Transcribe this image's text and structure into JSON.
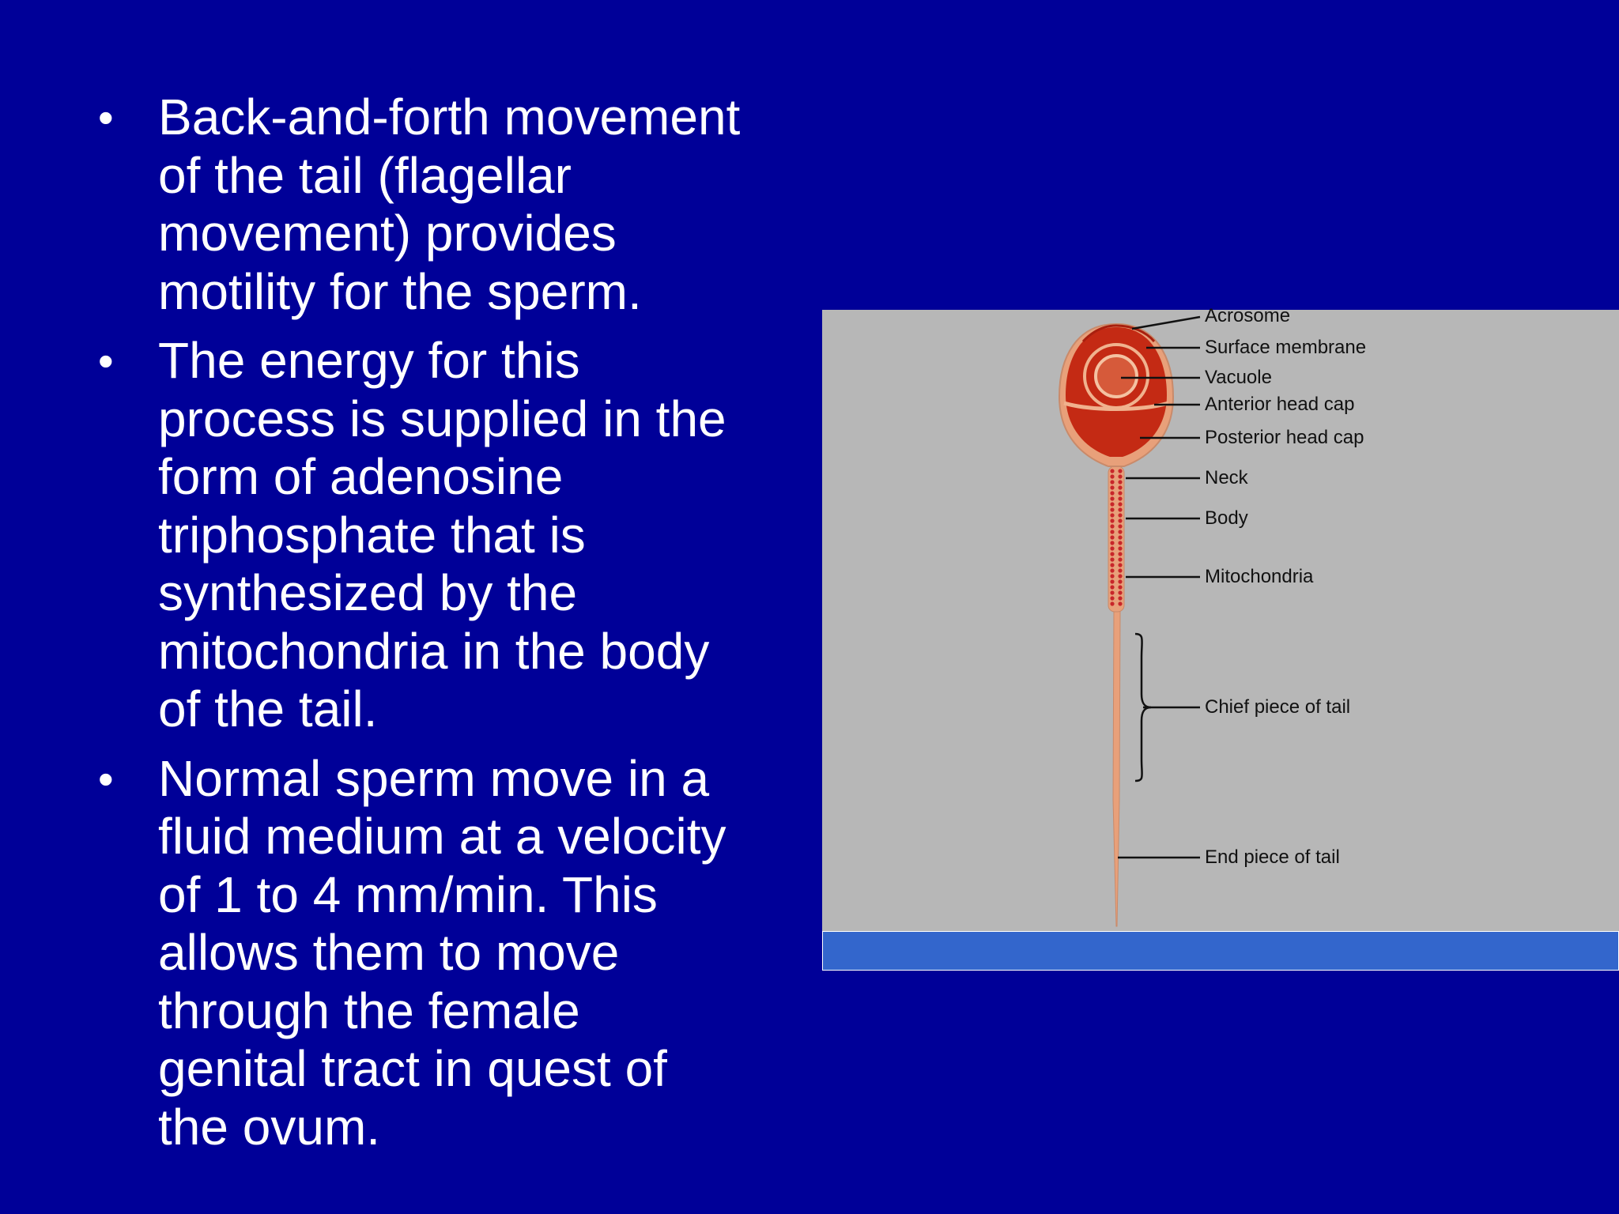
{
  "bullets": [
    {
      "marker": "•",
      "text": "Back-and-forth movement\nof the tail (flagellar\nmovement) provides\nmotility for the sperm."
    },
    {
      "marker": "•",
      "text": "The energy for this\nprocess is supplied in the\nform of adenosine\ntriphosphate that is\nsynthesized by the\nmitochondria in the body\nof the tail."
    },
    {
      "marker": "•",
      "text": " Normal sperm move in a\nfluid medium at a velocity\nof 1 to 4 mm/min. This\nallows them to move\nthrough the female\ngenital tract in quest of\nthe ovum."
    }
  ],
  "figure": {
    "labels": {
      "acrosome": "Acrosome",
      "surface_membrane": "Surface membrane",
      "vacuole": "Vacuole",
      "anterior_head_cap": "Anterior head cap",
      "posterior_head_cap": "Posterior head cap",
      "neck": "Neck",
      "body": "Body",
      "mitochondria": "Mitochondria",
      "chief_piece": "Chief piece of tail",
      "end_piece": "End piece of tail"
    },
    "colors": {
      "background": "#b7b7b7",
      "head_outer": "#e8a07a",
      "head_inner": "#c42a14",
      "tail": "#e8a07a",
      "mitochondria_dots": "#c8262a",
      "strip": "#3366cc"
    }
  },
  "colors": {
    "slide_background": "#000098",
    "text": "#ffffff"
  }
}
